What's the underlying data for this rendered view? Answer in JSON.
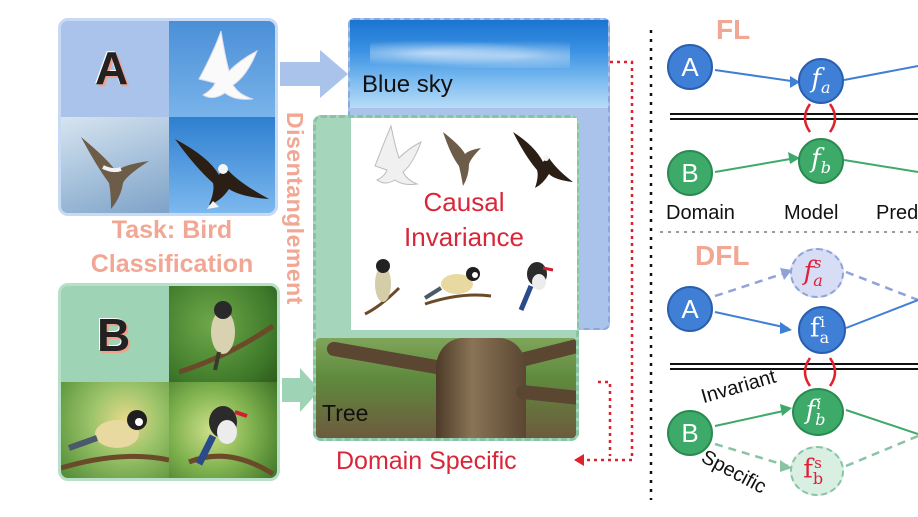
{
  "left": {
    "panel_a_letter": "A",
    "panel_b_letter": "B",
    "task_line1": "Task: Bird",
    "task_line2": "Classification",
    "disentanglement": "Disentanglement"
  },
  "middle": {
    "blue_sky": "Blue sky",
    "causal_line1": "Causal",
    "causal_line2": "Invariance",
    "tree": "Tree",
    "domain_specific": "Domain Specific"
  },
  "right": {
    "fl_label": "FL",
    "dfl_label": "DFL",
    "node_a": "A",
    "node_b": "B",
    "col_domain": "Domain",
    "col_model": "Model",
    "col_pred": "Pred",
    "invariant": "Invariant",
    "specific": "Specific",
    "f_base": "f",
    "sub_a": "a",
    "sub_b": "b",
    "sup_s": "s",
    "sup_i": "i"
  },
  "colors": {
    "domain_a": "#3f7fd6",
    "domain_b": "#3daa6a",
    "accent_red": "#d9273a",
    "label_salmon": "#f1a793"
  }
}
